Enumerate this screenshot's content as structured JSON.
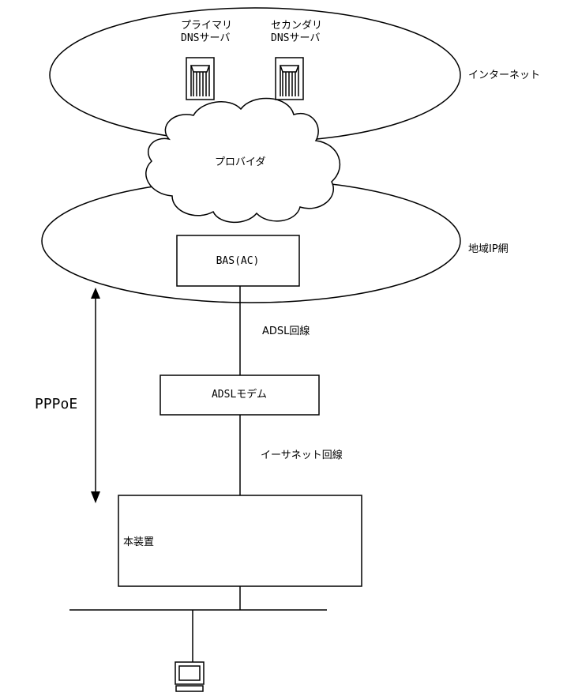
{
  "internet": {
    "label": "インターネット",
    "primary_dns": {
      "line1": "プライマリ",
      "line2": "DNSサーバ"
    },
    "secondary_dns": {
      "line1": "セカンダリ",
      "line2": "DNSサーバ"
    }
  },
  "provider": {
    "label": "プロバイダ"
  },
  "regional_network": {
    "label": "地域IP網",
    "bas_label": "BAS(AC)"
  },
  "adsl_line": {
    "label": "ADSL回線"
  },
  "adsl_modem": {
    "label": "ADSLモデム"
  },
  "ethernet_line": {
    "label": "イーサネット回線"
  },
  "pppoe": {
    "label": "PPPoE"
  },
  "device": {
    "label": "本装置"
  }
}
